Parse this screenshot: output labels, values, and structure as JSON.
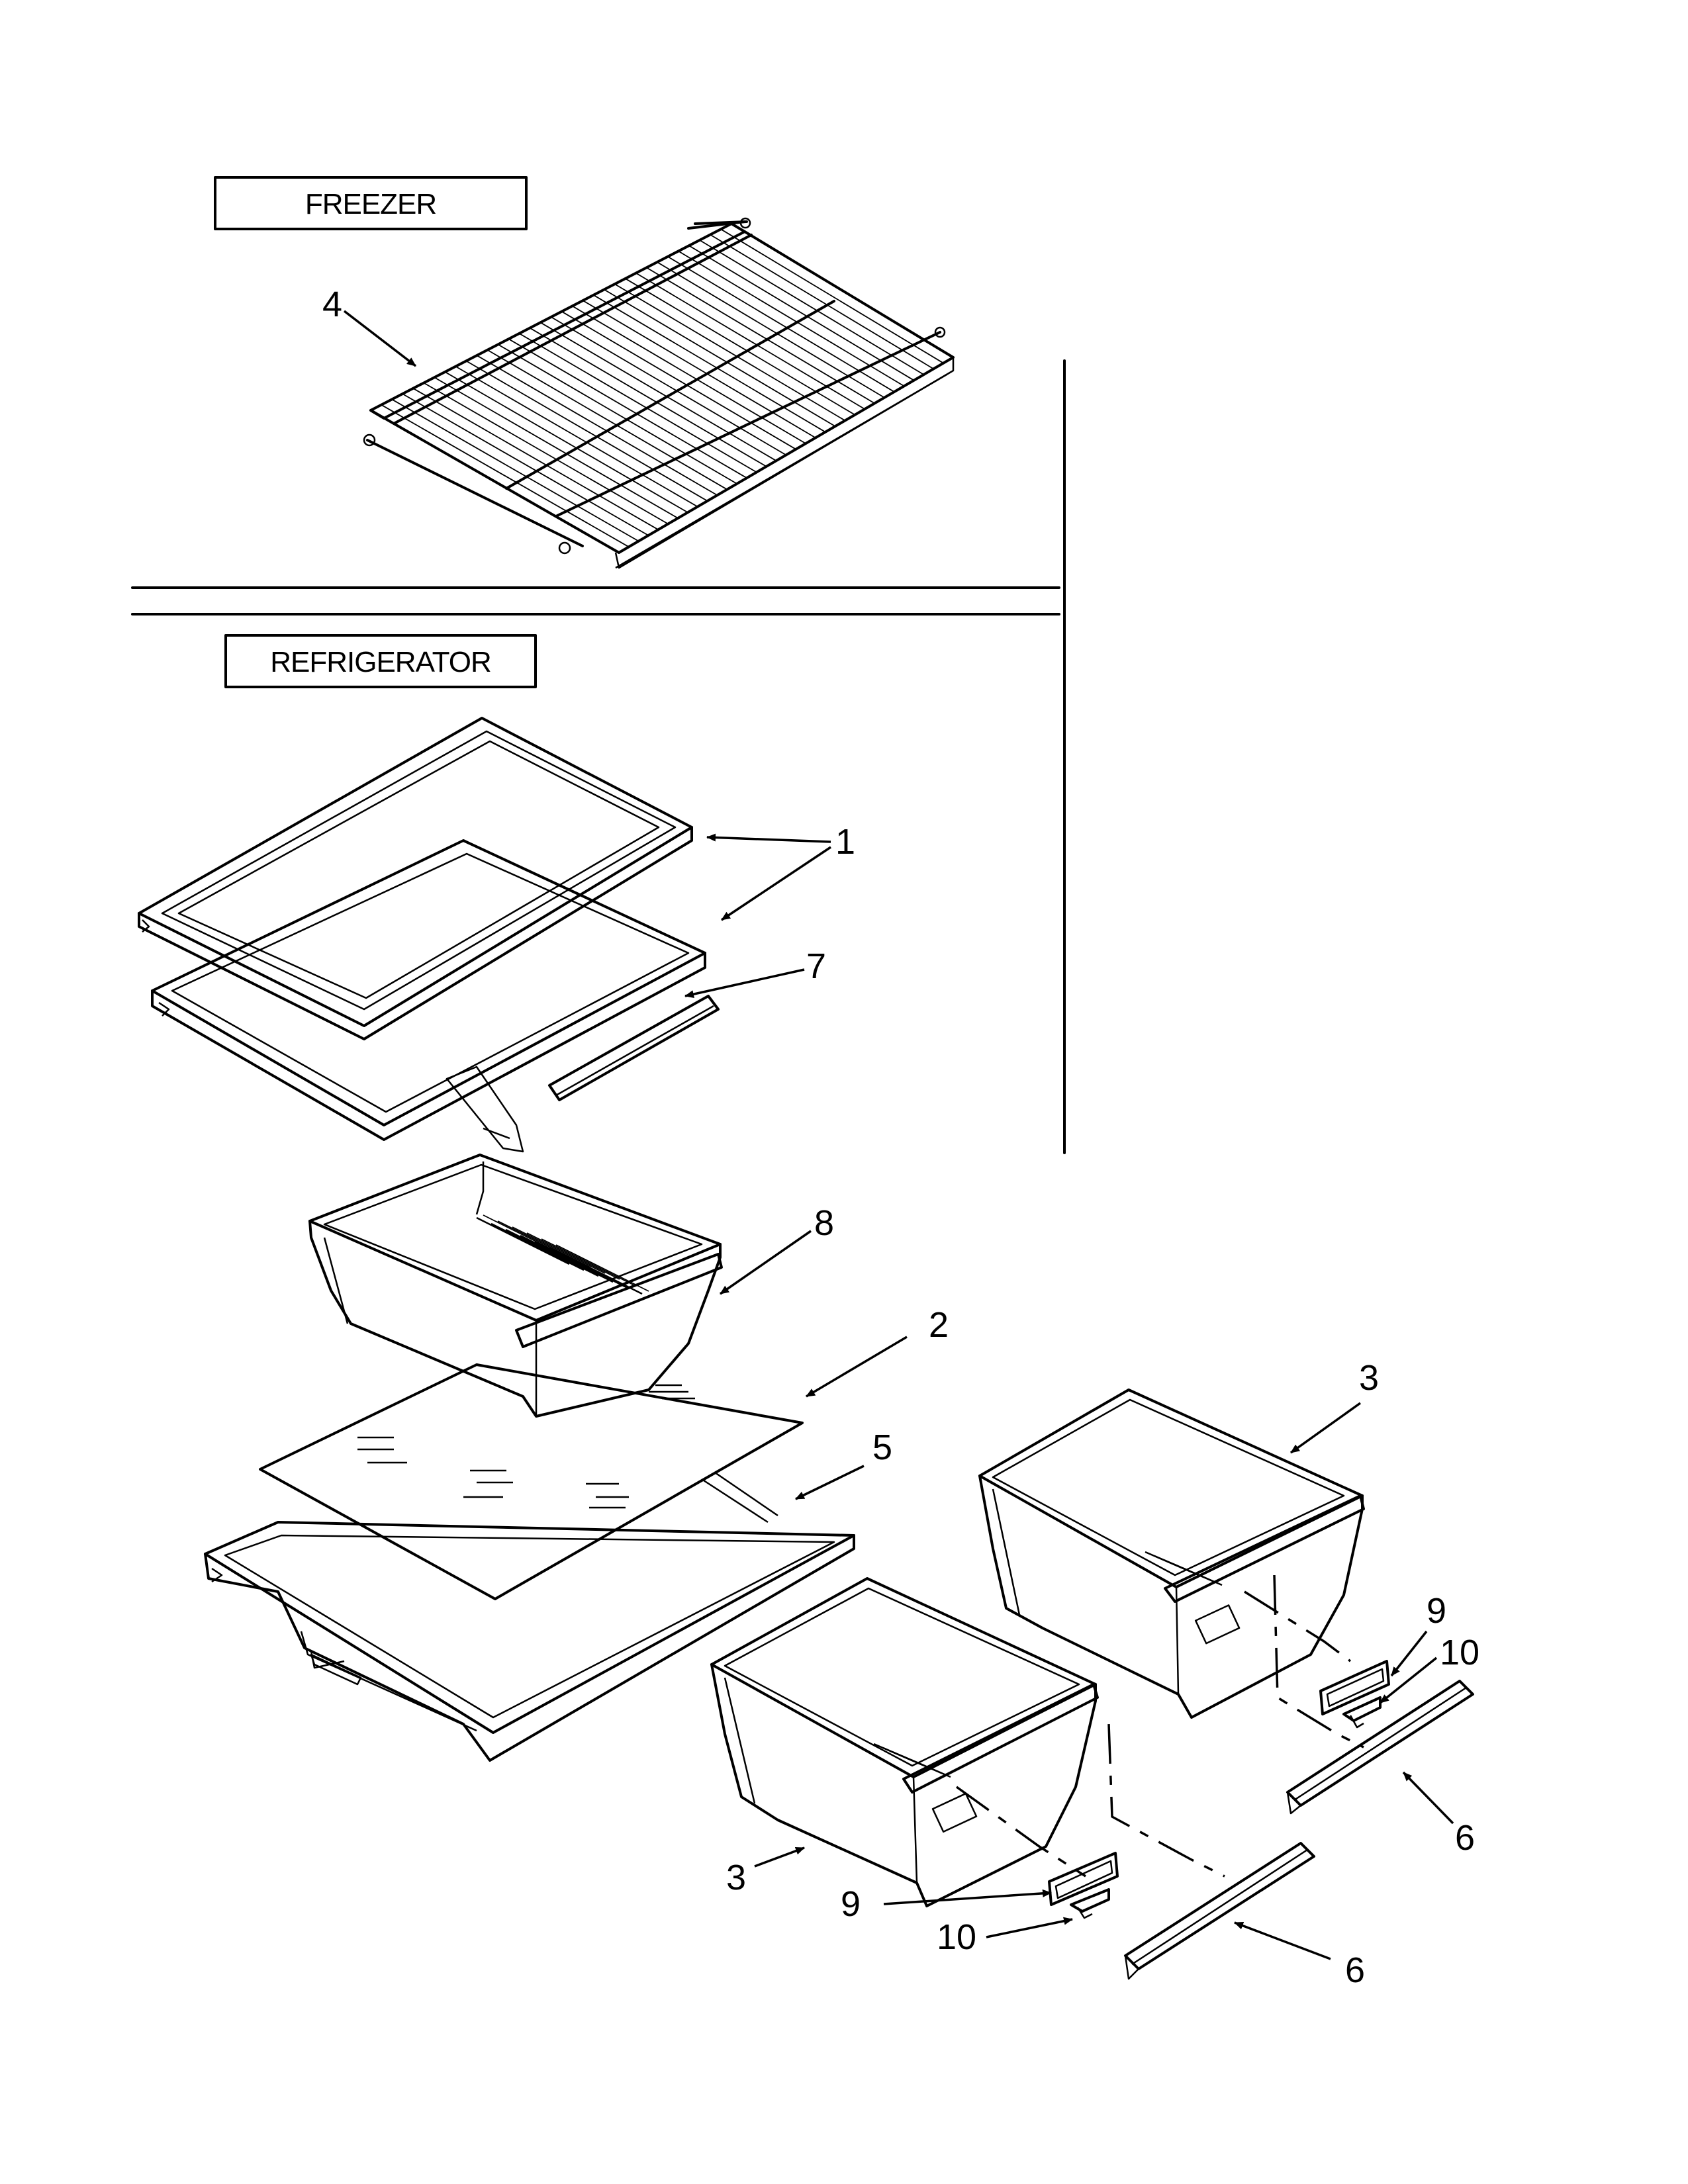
{
  "sections": {
    "freezer": "FREEZER",
    "refrigerator": "REFRIGERATOR"
  },
  "callouts": [
    {
      "id": "c4",
      "label": "4",
      "part": "freezer wire shelf"
    },
    {
      "id": "c1",
      "label": "1",
      "part": "shelf frame"
    },
    {
      "id": "c7",
      "label": "7",
      "part": "shelf frame"
    },
    {
      "id": "c8",
      "label": "8",
      "part": "pan"
    },
    {
      "id": "c2",
      "label": "2",
      "part": "glass insert"
    },
    {
      "id": "c5",
      "label": "5",
      "part": "crisper cover frame"
    },
    {
      "id": "c3a",
      "label": "3",
      "part": "crisper drawer right"
    },
    {
      "id": "c3b",
      "label": "3",
      "part": "crisper drawer left"
    },
    {
      "id": "c9a",
      "label": "9",
      "part": "label holder right"
    },
    {
      "id": "c9b",
      "label": "9",
      "part": "label holder left"
    },
    {
      "id": "c10a",
      "label": "10",
      "part": "clip right"
    },
    {
      "id": "c10b",
      "label": "10",
      "part": "clip left"
    },
    {
      "id": "c6a",
      "label": "6",
      "part": "handle right"
    },
    {
      "id": "c6b",
      "label": "6",
      "part": "handle left"
    }
  ]
}
